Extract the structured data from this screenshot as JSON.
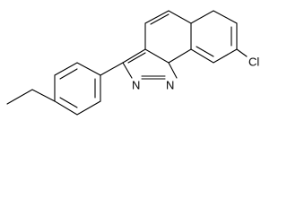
{
  "molecule": {
    "atoms": {
      "n_left": "N",
      "n_right": "N",
      "cl": "Cl"
    }
  },
  "colors": {
    "background": "#ffffff",
    "ink": "#000000"
  }
}
